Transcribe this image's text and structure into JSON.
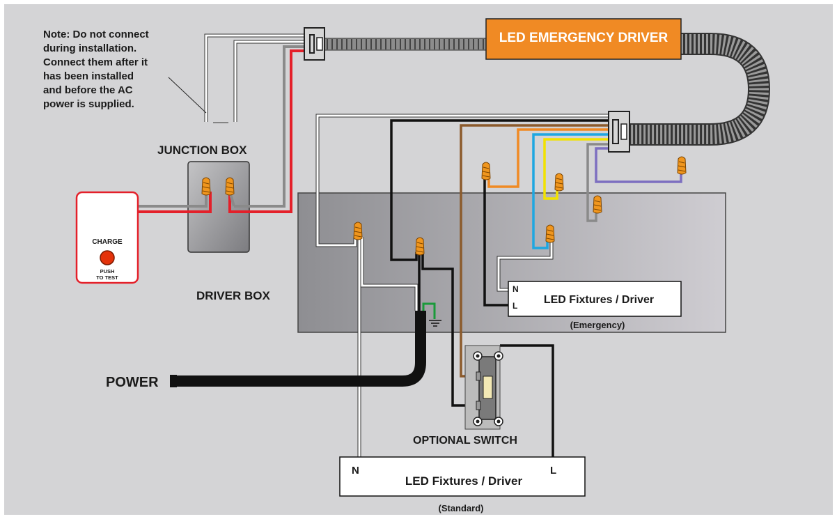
{
  "note": {
    "line1": "Note: Do not connect",
    "line2": "during installation.",
    "line3": "Connect them after it",
    "line4": "has been installed",
    "line5": "and before the AC",
    "line6": "power is supplied."
  },
  "emergency_driver": {
    "label": "LED EMERGENCY DRIVER"
  },
  "junction_box": {
    "label": "JUNCTION BOX"
  },
  "test_switch": {
    "charge": "CHARGE",
    "push1": "PUSH",
    "push2": "TO TEST"
  },
  "driver_box": {
    "label": "DRIVER BOX"
  },
  "power": {
    "label": "POWER"
  },
  "emergency_fixture": {
    "n": "N",
    "l": "L",
    "label": "LED Fixtures / Driver",
    "caption": "(Emergency)"
  },
  "standard_fixture": {
    "n": "N",
    "l": "L",
    "label": "LED Fixtures / Driver",
    "caption": "(Standard)"
  },
  "optional_switch": {
    "label": "OPTIONAL SWITCH"
  },
  "colors": {
    "background": "#d4d4d6",
    "driver_orange": "#f08a24",
    "wire_red": "#e4202a",
    "wire_gray": "#8a8a8a",
    "wire_brown": "#8b5a2b",
    "wire_orange": "#f08a24",
    "wire_blue": "#1ea7e1",
    "wire_yellow": "#f2e200",
    "wire_purple": "#7d6fc0",
    "wire_green": "#1a9a3a",
    "wire_nut": "#f0961e"
  }
}
